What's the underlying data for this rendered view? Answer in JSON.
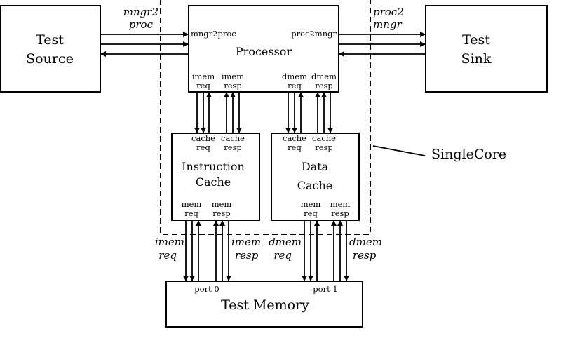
{
  "blocks": {
    "test_source": [
      "Test",
      "Source"
    ],
    "test_sink": [
      "Test",
      "Sink"
    ],
    "processor": "Processor",
    "icache": [
      "Instruction",
      "Cache"
    ],
    "dcache": [
      "Data",
      "Cache"
    ],
    "test_memory": "Test Memory",
    "single_core": "SingleCore"
  },
  "ports": {
    "mngr2proc": "mngr2proc",
    "proc2mngr": "proc2mngr",
    "imem_req": [
      "imem",
      "req"
    ],
    "imem_resp": [
      "imem",
      "resp"
    ],
    "dmem_req": [
      "dmem",
      "req"
    ],
    "dmem_resp": [
      "dmem",
      "resp"
    ],
    "cache_req": [
      "cache",
      "req"
    ],
    "cache_resp": [
      "cache",
      "resp"
    ],
    "mem_req": [
      "mem",
      "req"
    ],
    "mem_resp": [
      "mem",
      "resp"
    ],
    "port0": "port 0",
    "port1": "port 1"
  },
  "wire_labels": {
    "mngr2proc": [
      "mngr2",
      "proc"
    ],
    "proc2mngr": [
      "proc2",
      "mngr"
    ],
    "imem_req": [
      "imem",
      "req"
    ],
    "imem_resp": [
      "imem",
      "resp"
    ],
    "dmem_req": [
      "dmem",
      "req"
    ],
    "dmem_resp": [
      "dmem",
      "resp"
    ]
  }
}
